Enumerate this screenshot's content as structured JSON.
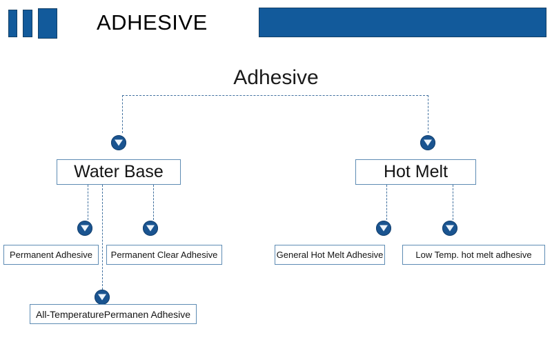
{
  "header": {
    "title": "ADHESIVE",
    "accent_color": "#125a9b",
    "bars": [
      {
        "name": "logo-bar-1"
      },
      {
        "name": "logo-bar-2"
      },
      {
        "name": "logo-bar-3"
      }
    ],
    "right_banner": {
      "name": "header-banner",
      "color": "#125a9b"
    }
  },
  "diagram": {
    "title": "Adhesive",
    "line_color": "#3f6f9e",
    "box_border_color": "#5d8bb3",
    "arrow_color": "#1a5490",
    "nodes": {
      "root": "Adhesive",
      "water_base": "Water Base",
      "hot_melt": "Hot Melt",
      "permanent_adhesive": "Permanent Adhesive",
      "permanent_clear_adhesive": "Permanent Clear Adhesive",
      "general_hot_melt_adhesive": "General Hot Melt Adhesive",
      "low_temp_hot_melt_adhesive": "Low Temp. hot melt adhesive",
      "all_temperature_permanen_adhesive": "All-TemperaturePermanen Adhesive"
    }
  }
}
